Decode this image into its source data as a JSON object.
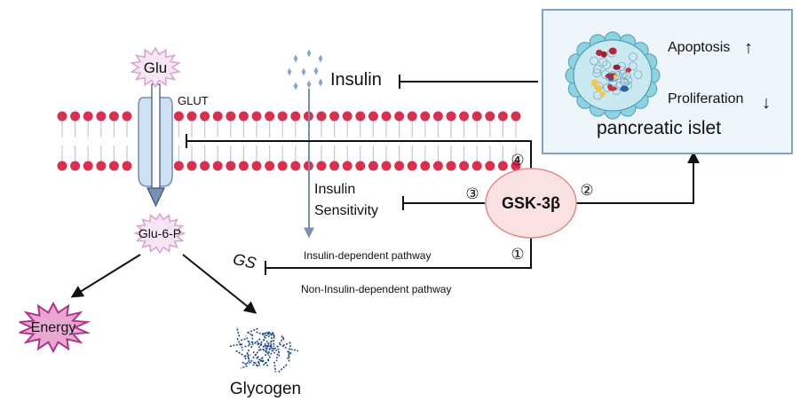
{
  "labels": {
    "glu": "Glu",
    "glut": "GLUT",
    "insulin": "Insulin",
    "glu6p": "Glu-6-P",
    "energy": "Energy",
    "glycogen": "Glycogen",
    "gs": "GS",
    "insulin_sensitivity_line1": "Insulin",
    "insulin_sensitivity_line2": "Sensitivity",
    "gsk3b": "GSK-3β",
    "insulin_dependent_pathway": "Insulin-dependent pathway",
    "non_insulin_dependent_pathway": "Non-Insulin-dependent pathway",
    "apoptosis": "Apoptosis",
    "proliferation": "Proliferation",
    "pancreatic_islet": "pancreatic islet",
    "up_arrow": "↑",
    "down_arrow": "↓"
  },
  "pathway_markers": {
    "one": "①",
    "two": "②",
    "three": "③",
    "four": "④"
  },
  "colors": {
    "membrane_head": "#d8304f",
    "membrane_tail": "#c9c9c9",
    "transporter_fill": "#cfe0f2",
    "transporter_stroke": "#6f8fb5",
    "gsk_fill": "#fbe2e2",
    "gsk_stroke": "#e08b8b",
    "starburst_fill": "#f6e6f4",
    "starburst_stroke": "#d7a2d3",
    "energy_fill": "#e7a9d2",
    "energy_stroke": "#b2338c",
    "islet_box_fill": "#eef5fb",
    "islet_box_stroke": "#7ea2c8",
    "insulin_arrow": "#7a8fb3",
    "insulin_granule": "#8aa7c9",
    "glycogen": "#284a86",
    "line": "#111111"
  }
}
